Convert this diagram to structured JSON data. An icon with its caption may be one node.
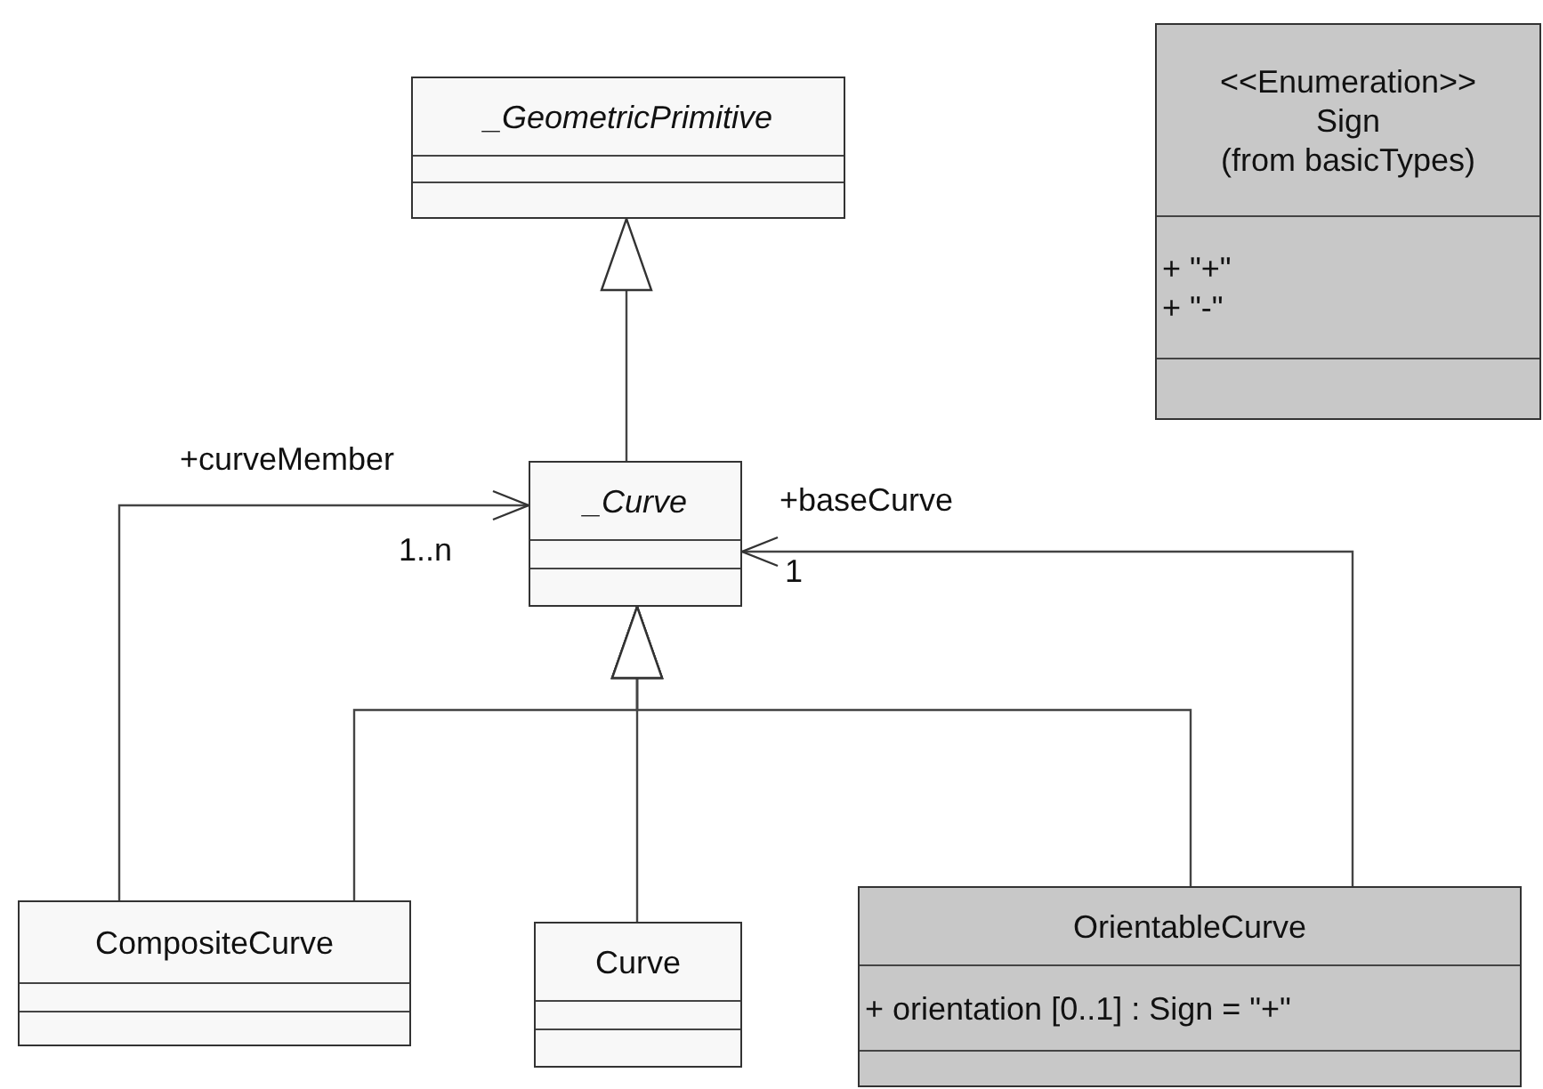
{
  "diagram": {
    "nodes": [
      {
        "text": [
          "<<Enumeration>>",
          "Sign",
          "(from basicTypes)",
          "+ \"+\"",
          "+ \"-\""
        ]
      },
      {
        "text": [
          "_GeometricPrimitive"
        ]
      },
      {
        "text": [
          "_Curve"
        ]
      },
      {
        "text": [
          "CompositeCurve"
        ]
      },
      {
        "text": [
          "Curve"
        ]
      },
      {
        "text": [
          "OrientableCurve",
          "+ orientation [0..1] : Sign = \"+\""
        ]
      }
    ],
    "edges": [
      {
        "from": 2,
        "to": 1,
        "arrow": "to"
      },
      {
        "from": 3,
        "to": 2,
        "arrow": "to"
      },
      {
        "from": 4,
        "to": 2,
        "arrow": "to"
      },
      {
        "from": 5,
        "to": 2,
        "arrow": "to"
      },
      {
        "from": 3,
        "to": 2,
        "arrow": "to",
        "label": "+curveMember"
      },
      {
        "from": 5,
        "to": 2,
        "arrow": "to",
        "label": "+baseCurve"
      }
    ],
    "labels": [
      "1..n",
      "1"
    ]
  }
}
